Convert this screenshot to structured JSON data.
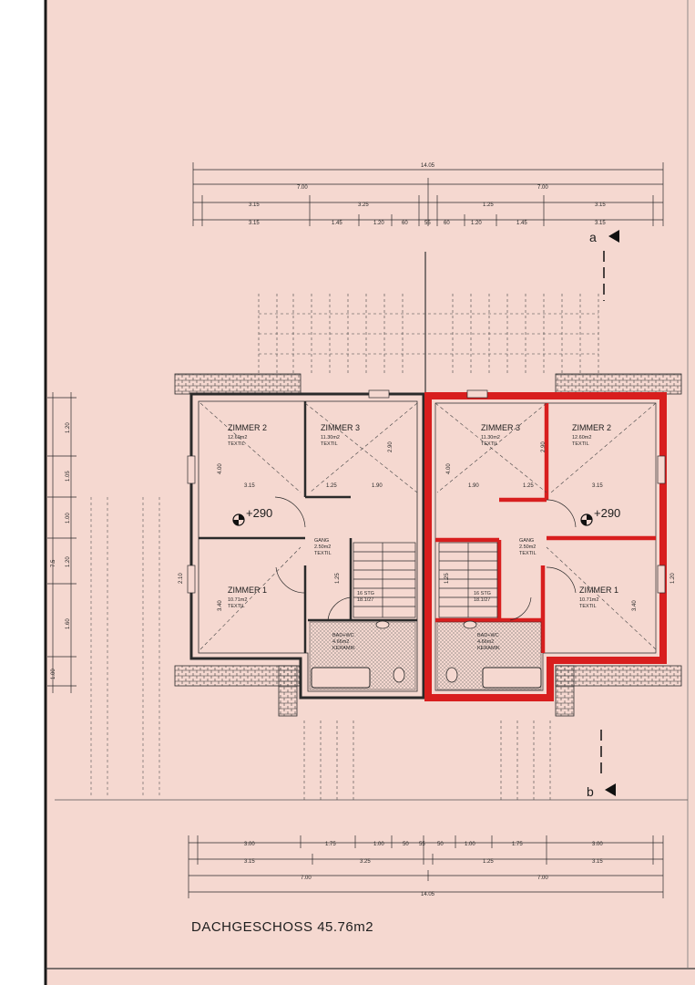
{
  "document": {
    "title": "DACHGESCHOSS 45.76m2",
    "paper_color": "#f5d8d0",
    "line_color": "#2a2a2a",
    "highlight_color": "#d81e1e",
    "section_markers": {
      "top": "a",
      "bottom": "b"
    },
    "level_left": "+290",
    "level_right": "+290"
  },
  "dimensions": {
    "top_total": "14.05",
    "top_halves": [
      "7.00",
      "7.00"
    ],
    "top_row2": [
      "3.15",
      "3.25",
      "1.25",
      "3.15"
    ],
    "top_row3": [
      "3.15",
      "1.45",
      "1.20",
      "60",
      "55",
      "60",
      "1.20",
      "1.45",
      "3.15"
    ],
    "bottom_row1": [
      "3.00",
      "1.75",
      "1.00",
      "50",
      "55",
      "50",
      "1.00",
      "1.75",
      "3.00"
    ],
    "bottom_row2": [
      "3.15",
      "3.25",
      "1.25",
      "3.15"
    ],
    "bottom_halves": [
      "7.00",
      "7.00"
    ],
    "bottom_total": "14.05",
    "left_total": "7.5",
    "left_parts": [
      "1.20",
      "1.05",
      "1.00",
      "1.20",
      "1.60",
      "1.00"
    ],
    "inner": [
      "4.00",
      "3.15",
      "1.25",
      "1.90",
      "2.90",
      "3.40",
      "1.25",
      "2.10",
      "1.20"
    ]
  },
  "rooms_left": [
    {
      "name": "ZIMMER 2",
      "area": "12.60m2",
      "floor": "TEXTIL"
    },
    {
      "name": "ZIMMER 3",
      "area": "11.30m2",
      "floor": "TEXTIL"
    },
    {
      "name": "ZIMMER 1",
      "area": "10.71m2",
      "floor": "TEXTIL"
    },
    {
      "name": "GANG",
      "area": "2.50m2",
      "floor": "TEXTIL"
    },
    {
      "name": "BAD+WC",
      "area": "4.66m2",
      "floor": "KERAMIK"
    },
    {
      "name": "16 STG",
      "area": "18.1/27",
      "floor": ""
    }
  ],
  "rooms_right": [
    {
      "name": "ZIMMER 3",
      "area": "11.30m2",
      "floor": "TEXTIL"
    },
    {
      "name": "ZIMMER 2",
      "area": "12.60m2",
      "floor": "TEXTIL"
    },
    {
      "name": "ZIMMER 1",
      "area": "10.71m2",
      "floor": "TEXTIL"
    },
    {
      "name": "GANG",
      "area": "2.50m2",
      "floor": "TEXTIL"
    },
    {
      "name": "BAD+WC",
      "area": "4.66m2",
      "floor": "KERAMIK"
    },
    {
      "name": "16 STG",
      "area": "18.1/27",
      "floor": ""
    }
  ]
}
